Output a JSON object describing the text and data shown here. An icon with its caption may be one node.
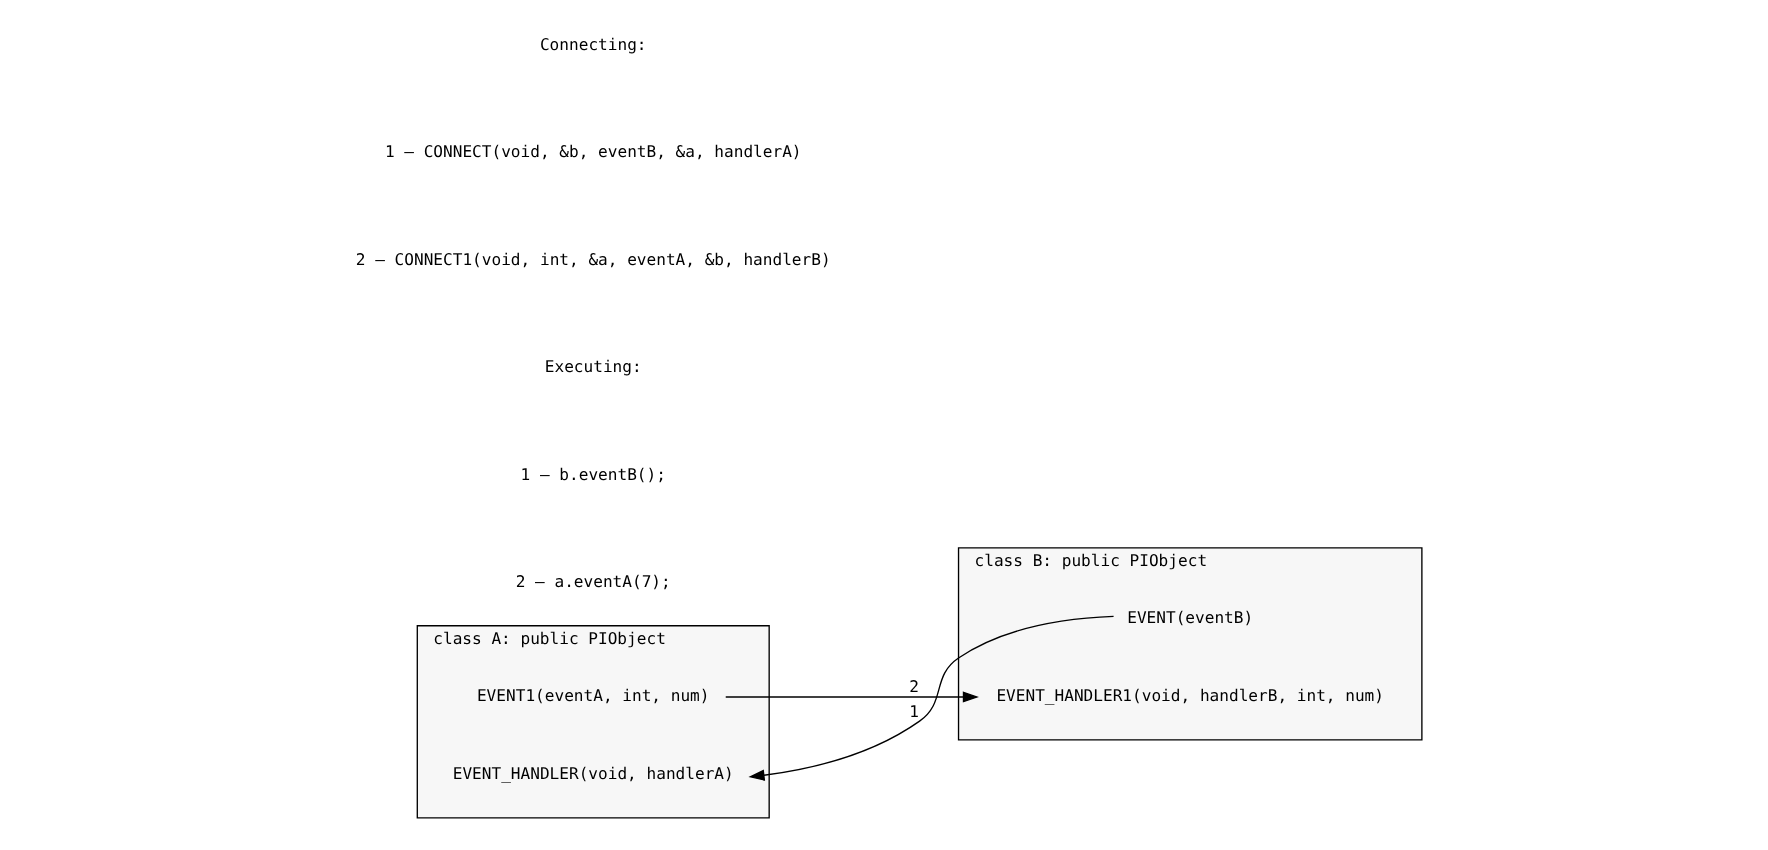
{
  "diagram": {
    "nodes": [
      {
        "text": [
          "class A: public PIObject"
        ]
      },
      {
        "text": [
          "EVENT1(eventA, int, num)"
        ],
        "in": 0
      },
      {
        "text": [
          "EVENT_HANDLER(void, handlerA)"
        ],
        "in": 0
      },
      {
        "text": [
          "class B: public PIObject"
        ]
      },
      {
        "text": [
          "EVENT(eventB)"
        ],
        "in": 3
      },
      {
        "text": [
          "EVENT_HANDLER1(void, handlerB, int, num)"
        ],
        "in": 3
      }
    ],
    "edges": [
      {
        "from": 1,
        "to": 5,
        "arrow": "to",
        "label": "2"
      },
      {
        "from": 4,
        "to": 2,
        "arrow": "to",
        "label": "1"
      }
    ],
    "labels": [
      "Connecting:",
      "1 – CONNECT(void, &b, eventB, &a, handlerA)",
      "2 – CONNECT1(void, int, &a, eventA, &b, handlerB)",
      "Executing:",
      "1 – b.eventB();",
      "2 – a.eventA(7);"
    ]
  }
}
